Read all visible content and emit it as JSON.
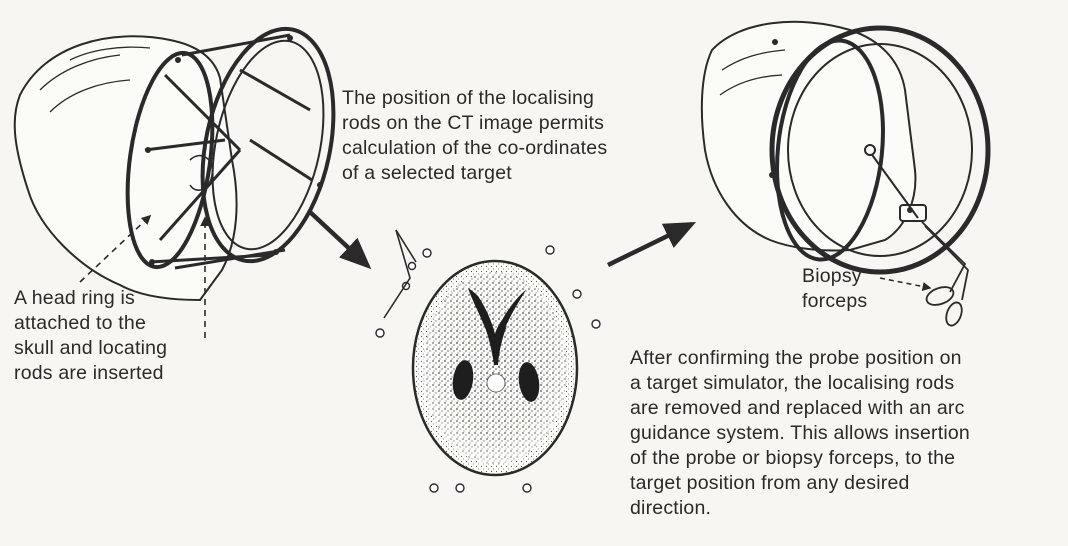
{
  "captions": {
    "localising": [
      "The position of the localising",
      "rods on the CT image permits",
      "calculation of the co-ordinates",
      "of a selected target"
    ],
    "head_ring": [
      "A head ring is",
      "attached to the",
      "skull and locating",
      "rods are inserted"
    ],
    "arc_guidance": [
      "After confirming the probe position on",
      "a target simulator, the localising rods",
      "are removed and replaced with an arc",
      "guidance system. This allows insertion",
      "of the probe or biopsy forceps, to the",
      "target position from any desired",
      "direction."
    ],
    "biopsy_forceps": [
      "Biopsy",
      "forceps"
    ]
  },
  "colors": {
    "paper": "#f7f6f2",
    "ink": "#2a2a2a",
    "scan": "#1e1e1e"
  }
}
